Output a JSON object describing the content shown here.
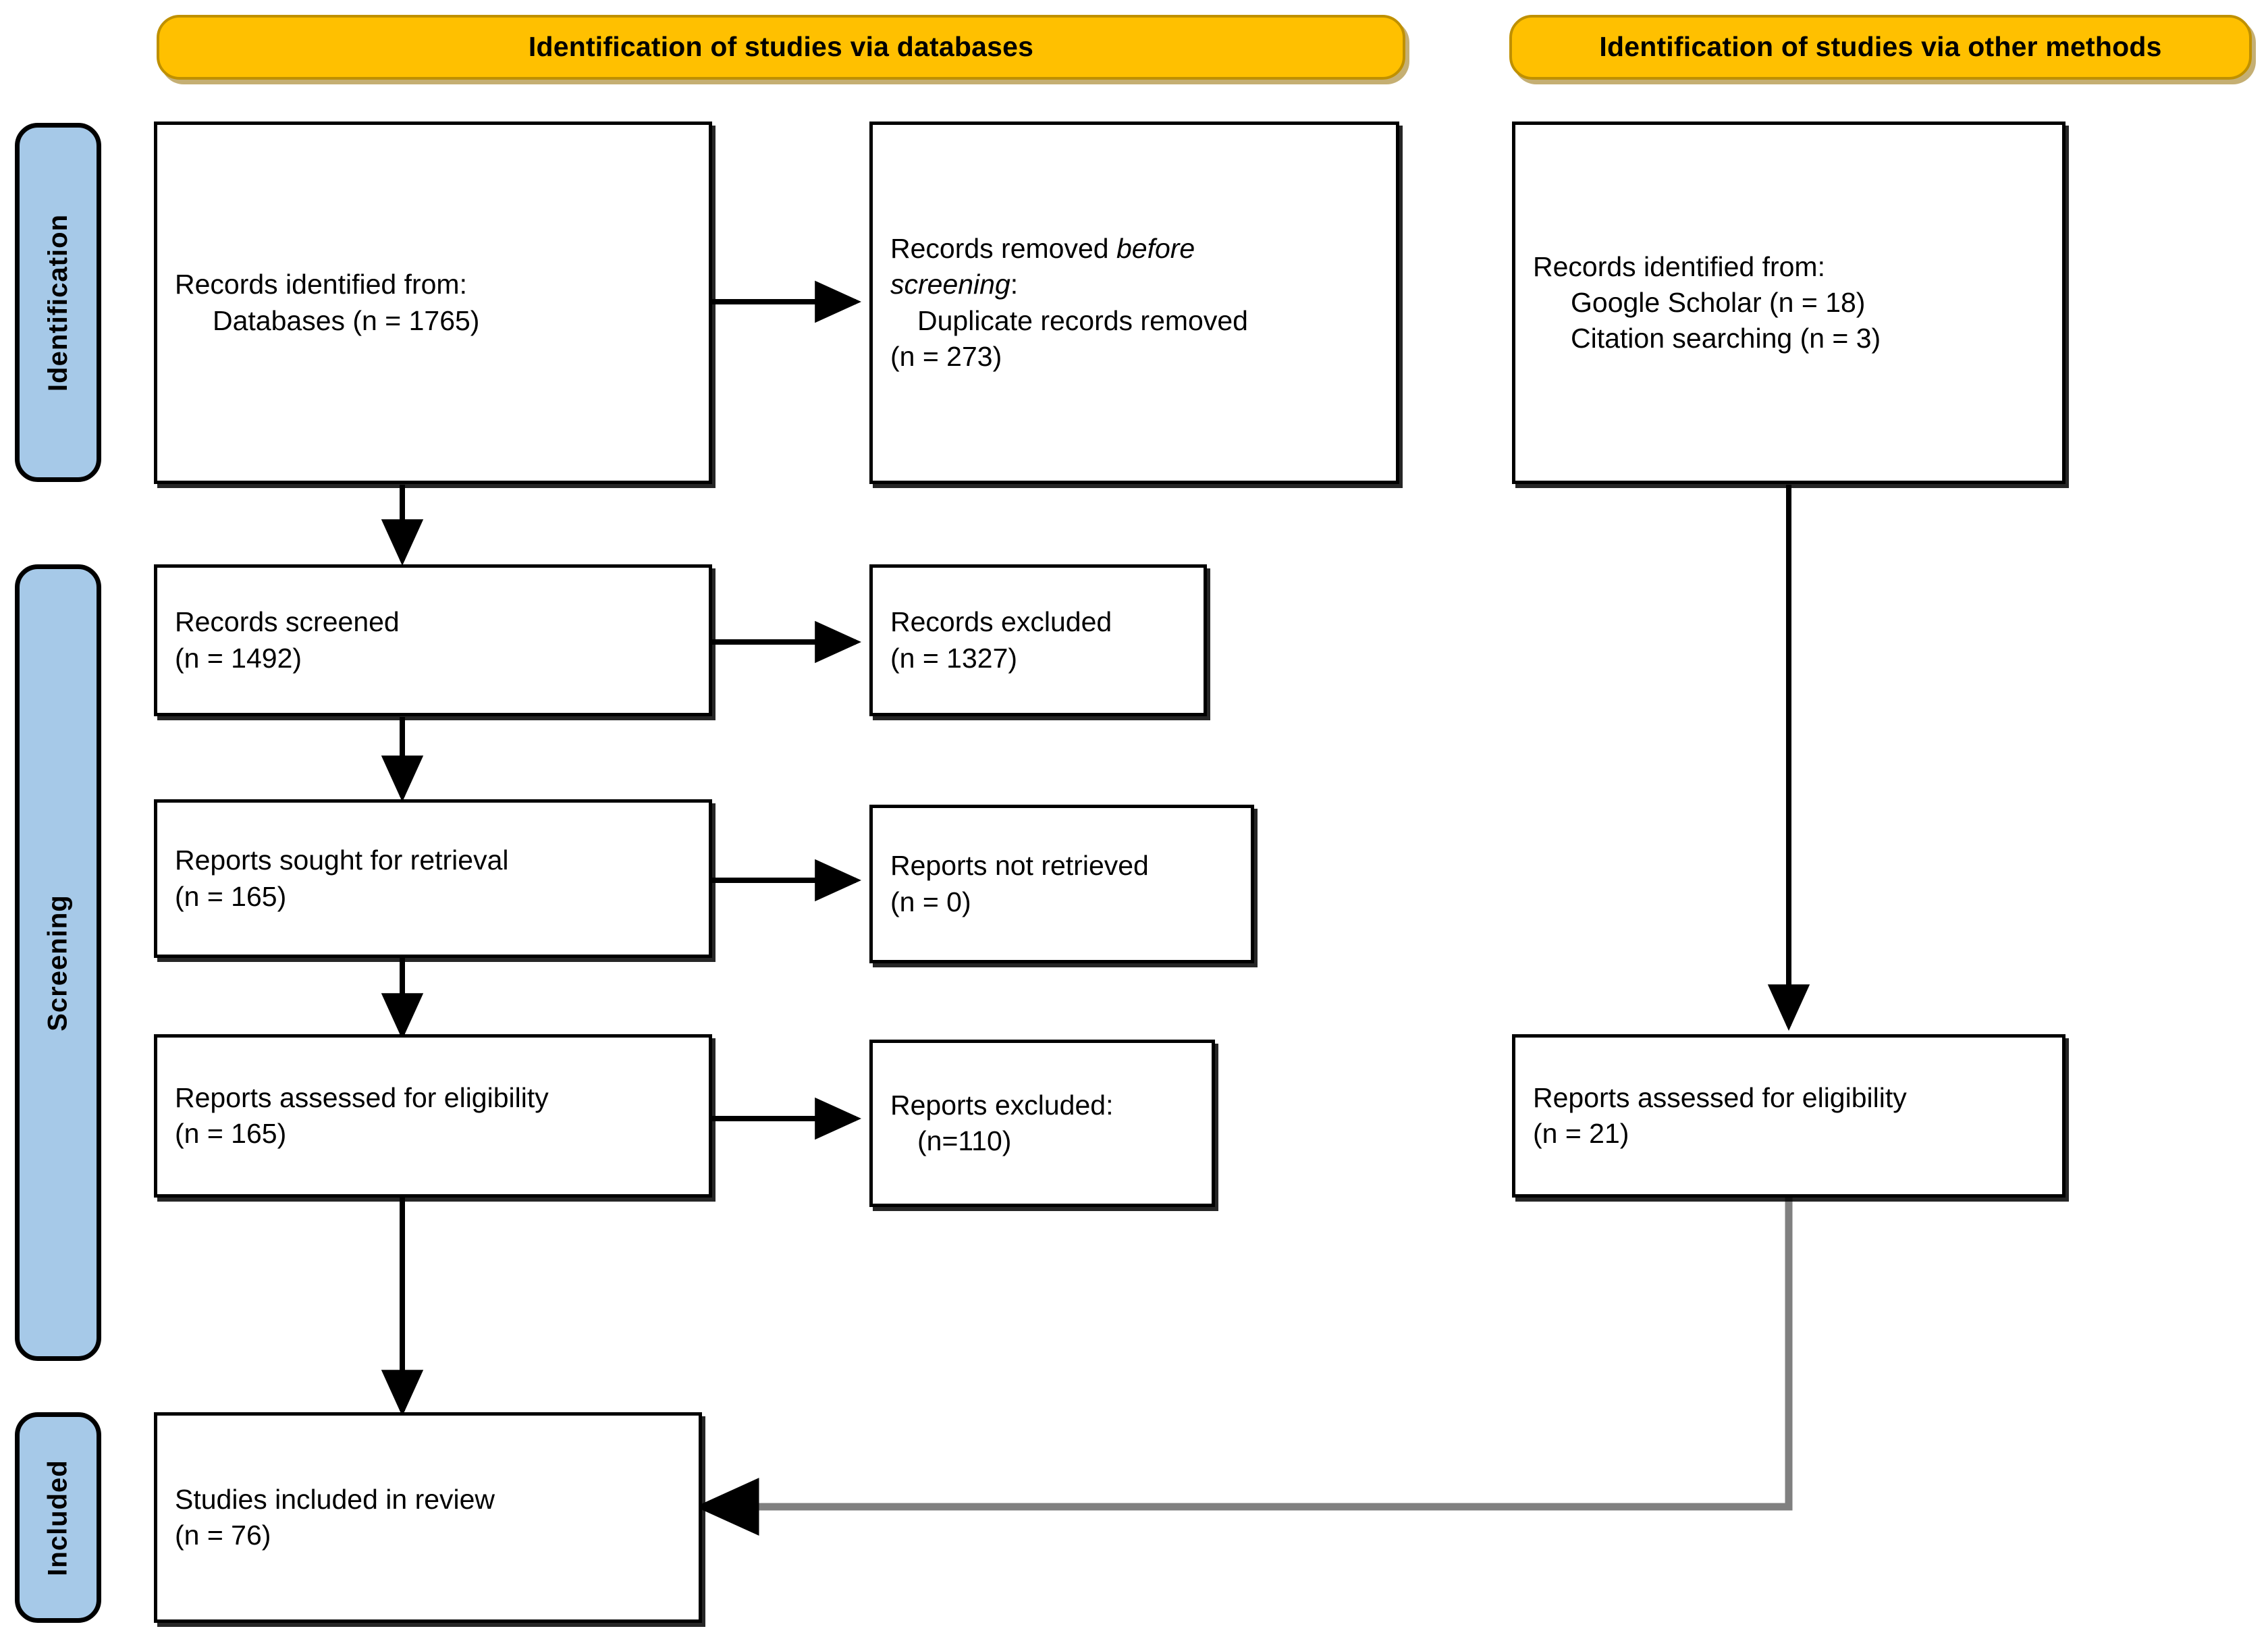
{
  "diagram": {
    "title": "PRISMA 2020 flow diagram",
    "colors": {
      "banner_fill": "#FFC000",
      "banner_border": "#BF9000",
      "stage_fill": "#A6C9E8",
      "box_border": "#000000",
      "box_fill": "#FFFFFF",
      "arrow_black": "#000000",
      "arrow_gray": "#808080"
    }
  },
  "banners": {
    "databases": "Identification of studies via databases",
    "other_methods": "Identification of studies via other methods"
  },
  "stages": {
    "identification": "Identification",
    "screening": "Screening",
    "included": "Included"
  },
  "boxes": {
    "records_identified": {
      "line1": "Records identified from:",
      "line2": "Databases (n = 1765)"
    },
    "records_removed": {
      "line1_a": "Records removed ",
      "line1_b": "before",
      "line2_a": "screening",
      "line2_b": ":",
      "line3": "Duplicate records removed",
      "line4": "(n = 273)"
    },
    "records_identified_other": {
      "line1": "Records identified from:",
      "line2": "Google Scholar (n = 18)",
      "line3": "Citation searching (n = 3)"
    },
    "records_screened": {
      "line1": "Records screened",
      "line2": "(n = 1492)"
    },
    "records_excluded": {
      "line1": "Records excluded",
      "line2": "(n = 1327)"
    },
    "reports_sought": {
      "line1": "Reports sought for retrieval",
      "line2": "(n = 165)"
    },
    "reports_not_retrieved": {
      "line1": "Reports not retrieved",
      "line2": "(n = 0)"
    },
    "reports_assessed": {
      "line1": "Reports assessed for eligibility",
      "line2": "(n = 165)"
    },
    "reports_excluded": {
      "line1": "Reports excluded:",
      "line2": "(n=110)"
    },
    "reports_assessed_other": {
      "line1": "Reports assessed for eligibility",
      "line2": "(n = 21)"
    },
    "studies_included": {
      "line1": "Studies included in review",
      "line2": "(n = 76)"
    }
  },
  "chart_data": {
    "type": "diagram",
    "title": "PRISMA 2020 flow diagram",
    "nodes": [
      {
        "id": "records_identified",
        "stage": "Identification",
        "column": "databases",
        "label": "Records identified from: Databases",
        "n": 1765
      },
      {
        "id": "records_removed",
        "stage": "Identification",
        "column": "databases-side",
        "label": "Records removed before screening: Duplicate records removed",
        "n": 273
      },
      {
        "id": "records_identified_other",
        "stage": "Identification",
        "column": "other",
        "label": "Records identified from: Google Scholar; Citation searching",
        "n": 21,
        "breakdown": {
          "Google Scholar": 18,
          "Citation searching": 3
        }
      },
      {
        "id": "records_screened",
        "stage": "Screening",
        "column": "databases",
        "label": "Records screened",
        "n": 1492
      },
      {
        "id": "records_excluded",
        "stage": "Screening",
        "column": "databases-side",
        "label": "Records excluded",
        "n": 1327
      },
      {
        "id": "reports_sought",
        "stage": "Screening",
        "column": "databases",
        "label": "Reports sought for retrieval",
        "n": 165
      },
      {
        "id": "reports_not_retrieved",
        "stage": "Screening",
        "column": "databases-side",
        "label": "Reports not retrieved",
        "n": 0
      },
      {
        "id": "reports_assessed",
        "stage": "Screening",
        "column": "databases",
        "label": "Reports assessed for eligibility",
        "n": 165
      },
      {
        "id": "reports_excluded",
        "stage": "Screening",
        "column": "databases-side",
        "label": "Reports excluded",
        "n": 110
      },
      {
        "id": "reports_assessed_other",
        "stage": "Screening",
        "column": "other",
        "label": "Reports assessed for eligibility",
        "n": 21
      },
      {
        "id": "studies_included",
        "stage": "Included",
        "column": "databases",
        "label": "Studies included in review",
        "n": 76
      }
    ],
    "edges": [
      {
        "from": "records_identified",
        "to": "records_removed",
        "direction": "right"
      },
      {
        "from": "records_identified",
        "to": "records_screened",
        "direction": "down"
      },
      {
        "from": "records_screened",
        "to": "records_excluded",
        "direction": "right"
      },
      {
        "from": "records_screened",
        "to": "reports_sought",
        "direction": "down"
      },
      {
        "from": "reports_sought",
        "to": "reports_not_retrieved",
        "direction": "right"
      },
      {
        "from": "reports_sought",
        "to": "reports_assessed",
        "direction": "down"
      },
      {
        "from": "reports_assessed",
        "to": "reports_excluded",
        "direction": "right"
      },
      {
        "from": "reports_assessed",
        "to": "studies_included",
        "direction": "down"
      },
      {
        "from": "records_identified_other",
        "to": "reports_assessed_other",
        "direction": "down"
      },
      {
        "from": "reports_assessed_other",
        "to": "studies_included",
        "direction": "left",
        "color": "#808080"
      }
    ]
  }
}
